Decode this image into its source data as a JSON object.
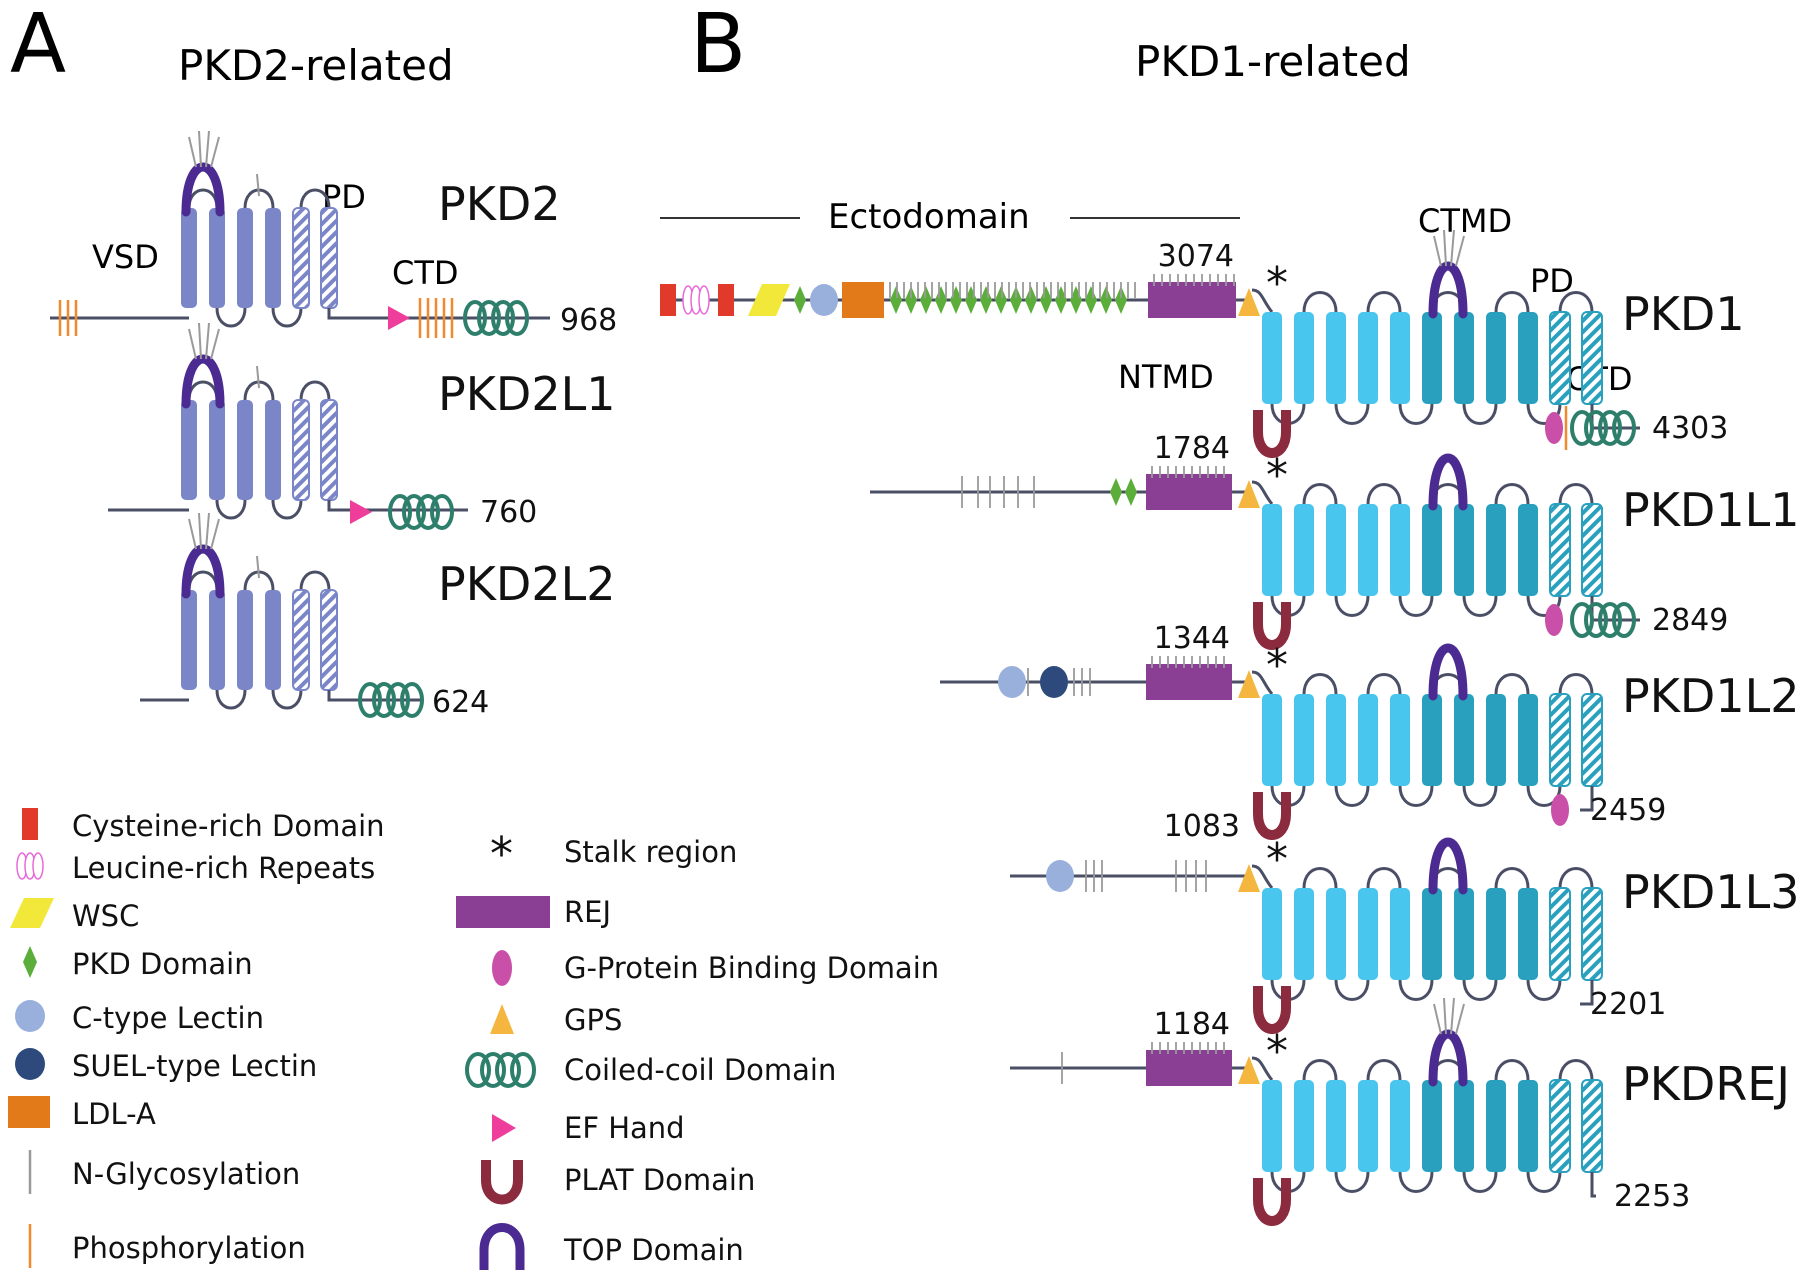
{
  "panels": {
    "a": {
      "letter": "A",
      "title": "PKD2-related"
    },
    "b": {
      "letter": "B",
      "title": "PKD1-related"
    }
  },
  "annotations": {
    "vsd": "VSD",
    "pd": "PD",
    "ctd": "CTD",
    "ectodomain": "Ectodomain",
    "ntmd": "NTMD",
    "ctmd": "CTMD",
    "pd_b": "PD",
    "ctd_b": "CTD",
    "stalk_mark": "*"
  },
  "proteins": {
    "pkd2": {
      "name": "PKD2",
      "length": "968"
    },
    "pkd2l1": {
      "name": "PKD2L1",
      "length": "760"
    },
    "pkd2l2": {
      "name": "PKD2L2",
      "length": "624"
    },
    "pkd1": {
      "name": "PKD1",
      "length": "4303",
      "cleavage": "3074"
    },
    "pkd1l1": {
      "name": "PKD1L1",
      "length": "2849",
      "cleavage": "1784"
    },
    "pkd1l2": {
      "name": "PKD1L2",
      "length": "2459",
      "cleavage": "1344"
    },
    "pkd1l3": {
      "name": "PKD1L3",
      "length": "2201",
      "cleavage": "1083"
    },
    "pkdrej": {
      "name": "PKDREJ",
      "length": "2253",
      "cleavage": "1184"
    }
  },
  "legend": {
    "left": [
      {
        "label": "Cysteine-rich Domain",
        "icon": "cysteine-rich-icon"
      },
      {
        "label": "Leucine-rich Repeats",
        "icon": "leucine-rich-icon"
      },
      {
        "label": "WSC",
        "icon": "wsc-icon"
      },
      {
        "label": "PKD Domain",
        "icon": "pkd-domain-icon"
      },
      {
        "label": "C-type Lectin",
        "icon": "c-type-lectin-icon"
      },
      {
        "label": "SUEL-type Lectin",
        "icon": "suel-lectin-icon"
      },
      {
        "label": "LDL-A",
        "icon": "ldl-a-icon"
      },
      {
        "label": "N-Glycosylation",
        "icon": "n-glycosylation-icon"
      },
      {
        "label": "Phosphorylation",
        "icon": "phosphorylation-icon"
      }
    ],
    "right": [
      {
        "label": "Stalk region",
        "icon": "stalk-asterisk-icon"
      },
      {
        "label": "REJ",
        "icon": "rej-icon"
      },
      {
        "label": "G-Protein Binding Domain",
        "icon": "g-protein-icon"
      },
      {
        "label": "GPS",
        "icon": "gps-icon"
      },
      {
        "label": "Coiled-coil Domain",
        "icon": "coiled-coil-icon"
      },
      {
        "label": "EF Hand",
        "icon": "ef-hand-icon"
      },
      {
        "label": "PLAT Domain",
        "icon": "plat-domain-icon"
      },
      {
        "label": "TOP Domain",
        "icon": "top-domain-icon"
      }
    ]
  },
  "colors": {
    "tm_pkd2": "#7b86c8",
    "tm_pkd1_light": "#49c6ee",
    "tm_pkd1_dark": "#2aa0bf",
    "backbone": "#4a4f66",
    "top": "#4b2b91",
    "plat": "#8c2a3e",
    "rej": "#8b3f94",
    "gps": "#f4b63e",
    "pkd_domain": "#5cae3a",
    "cysteine": "#e23a2a",
    "wsc": "#f2e83a",
    "ctype": "#9ab0dc",
    "suel": "#2e4a7c",
    "ldla": "#e37a1a",
    "ef": "#ee3d9a",
    "coil": "#2d7f6c",
    "gprot": "#c94fa8",
    "phos": "#f08a2a",
    "glyc": "#9a9a9a",
    "leucine": "#e86ad8"
  }
}
